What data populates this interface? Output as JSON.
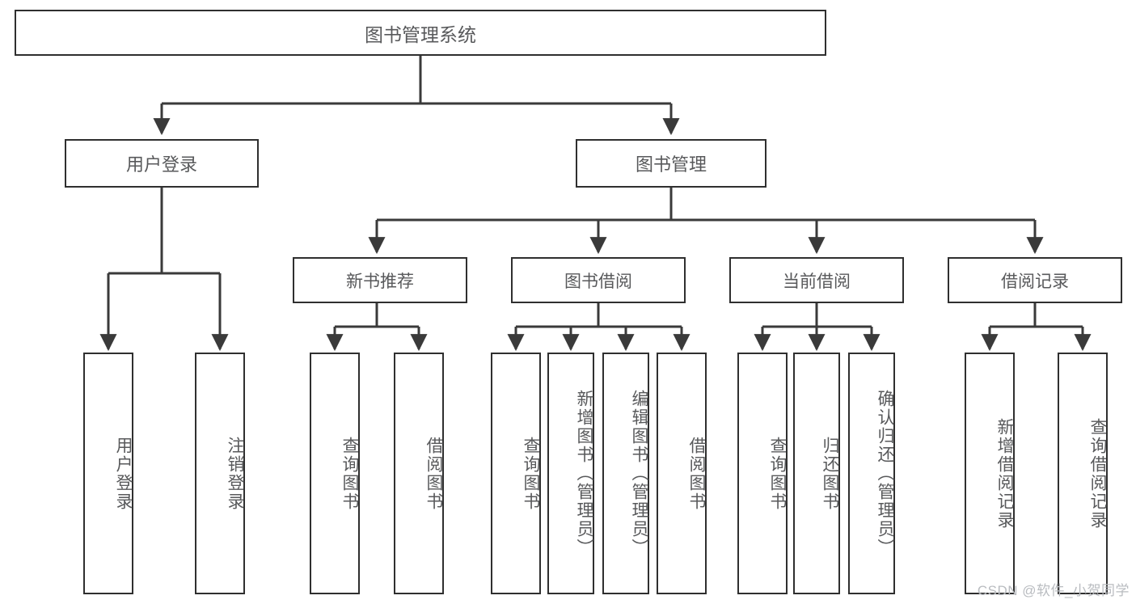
{
  "diagram": {
    "title": "图书管理系统",
    "type": "hierarchy-tree",
    "watermark": "CSDN @软件_小贺同学",
    "colors": {
      "background": "#ffffff",
      "box_border": "#2f2f2f",
      "text": "#58595b",
      "connector": "#3a3a3a",
      "watermark": "#b9bcc0"
    },
    "root": {
      "label": "图书管理系统"
    },
    "level1": [
      {
        "label": "用户登录"
      },
      {
        "label": "图书管理"
      }
    ],
    "level2": [
      {
        "label": "新书推荐"
      },
      {
        "label": "图书借阅"
      },
      {
        "label": "当前借阅"
      },
      {
        "label": "借阅记录"
      }
    ],
    "leaves": {
      "user_login": [
        {
          "label": "用户登录"
        },
        {
          "label": "注销登录"
        }
      ],
      "new_book_recommend": [
        {
          "label": "查询图书"
        },
        {
          "label": "借阅图书"
        }
      ],
      "book_borrow": [
        {
          "label": "查询图书"
        },
        {
          "label": "新增图书（管理员）"
        },
        {
          "label": "编辑图书（管理员）"
        },
        {
          "label": "借阅图书"
        }
      ],
      "current_borrow": [
        {
          "label": "查询图书"
        },
        {
          "label": "归还图书"
        },
        {
          "label": "确认归还（管理员）"
        }
      ],
      "borrow_record": [
        {
          "label": "新增借阅记录"
        },
        {
          "label": "查询借阅记录"
        }
      ]
    }
  }
}
